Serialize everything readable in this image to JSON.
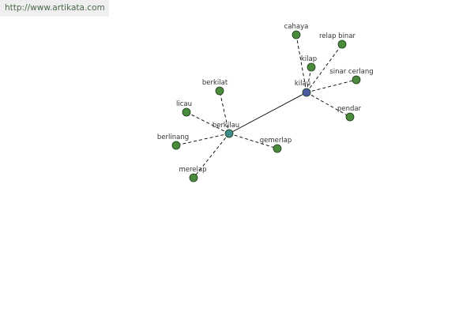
{
  "header": {
    "url_text": "http://www.artikata.com"
  },
  "colors": {
    "leaf_node": "#4a8a3c",
    "hub_berkilau": "#3f8a8a",
    "hub_kilau": "#4a5aa0",
    "edge": "#000000",
    "label": "#333333"
  },
  "graph": {
    "nodes": [
      {
        "id": "berkilau",
        "label": "berkilau",
        "kind": "hub"
      },
      {
        "id": "kilau",
        "label": "kilau",
        "kind": "hub"
      },
      {
        "id": "cahaya",
        "label": "cahaya",
        "kind": "leaf"
      },
      {
        "id": "relap_binar",
        "label": "relap binar",
        "kind": "leaf"
      },
      {
        "id": "kilap",
        "label": "kilap",
        "kind": "leaf"
      },
      {
        "id": "sinar_cerlang",
        "label": "sinar cerlang",
        "kind": "leaf"
      },
      {
        "id": "pendar",
        "label": "pendar",
        "kind": "leaf"
      },
      {
        "id": "berkilat",
        "label": "berkilat",
        "kind": "leaf"
      },
      {
        "id": "licau",
        "label": "licau",
        "kind": "leaf"
      },
      {
        "id": "berlinang",
        "label": "berlinang",
        "kind": "leaf"
      },
      {
        "id": "gemerlap",
        "label": "gemerlap",
        "kind": "leaf"
      },
      {
        "id": "merelap",
        "label": "merelap",
        "kind": "leaf"
      }
    ],
    "edges": [
      {
        "from": "berkilau",
        "to": "kilau",
        "style": "solid"
      },
      {
        "from": "kilau",
        "to": "cahaya",
        "style": "dashed"
      },
      {
        "from": "kilau",
        "to": "relap_binar",
        "style": "dashed"
      },
      {
        "from": "kilau",
        "to": "kilap",
        "style": "dashed"
      },
      {
        "from": "kilau",
        "to": "sinar_cerlang",
        "style": "dashed"
      },
      {
        "from": "kilau",
        "to": "pendar",
        "style": "dashed"
      },
      {
        "from": "berkilau",
        "to": "berkilat",
        "style": "dashed"
      },
      {
        "from": "berkilau",
        "to": "licau",
        "style": "dashed"
      },
      {
        "from": "berkilau",
        "to": "berlinang",
        "style": "dashed"
      },
      {
        "from": "berkilau",
        "to": "gemerlap",
        "style": "dashed"
      },
      {
        "from": "berkilau",
        "to": "merelap",
        "style": "dashed"
      }
    ]
  }
}
